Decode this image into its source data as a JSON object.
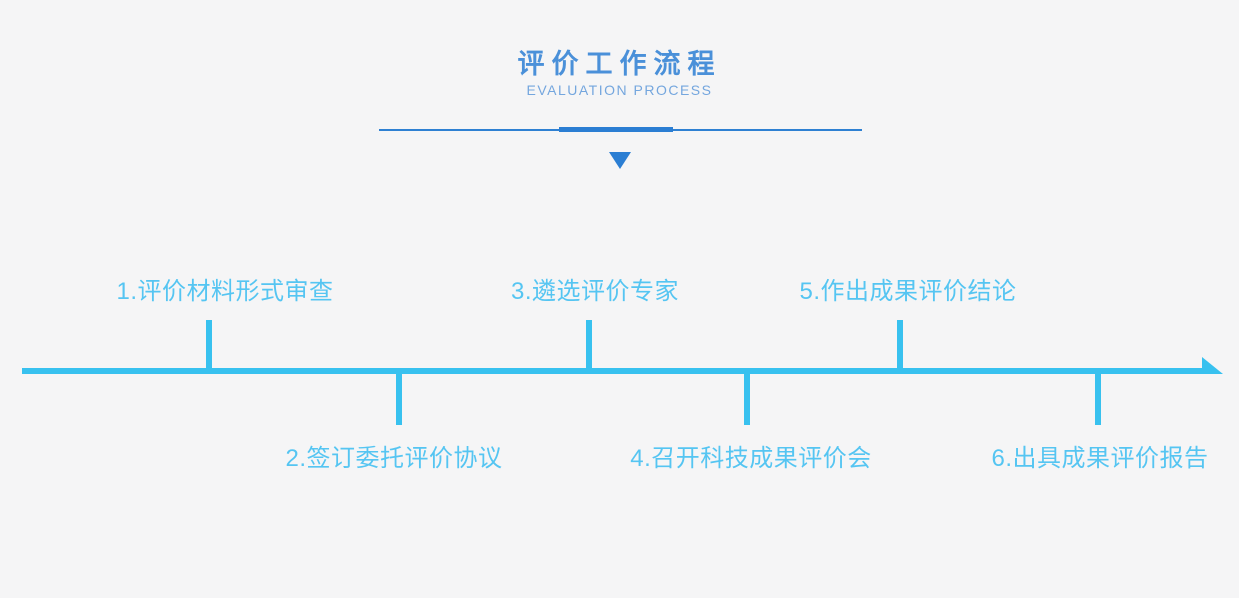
{
  "header": {
    "title": "评价工作流程",
    "subtitle": "EVALUATION PROCESS"
  },
  "colors": {
    "background": "#f5f5f6",
    "title_blue": "#4a90d9",
    "subtitle_blue": "#74a6de",
    "accent_blue": "#2b7ed3",
    "timeline_blue": "#38c1ef",
    "label_blue": "#55c5f2"
  },
  "timeline": {
    "direction": "left-to-right",
    "steps": [
      {
        "index": 1,
        "label": "1.评价材料形式审查",
        "position": "above"
      },
      {
        "index": 2,
        "label": "2.签订委托评价协议",
        "position": "below"
      },
      {
        "index": 3,
        "label": "3.遴选评价专家",
        "position": "above"
      },
      {
        "index": 4,
        "label": "4.召开科技成果评价会",
        "position": "below"
      },
      {
        "index": 5,
        "label": "5.作出成果评价结论",
        "position": "above"
      },
      {
        "index": 6,
        "label": "6.出具成果评价报告",
        "position": "below"
      }
    ]
  }
}
